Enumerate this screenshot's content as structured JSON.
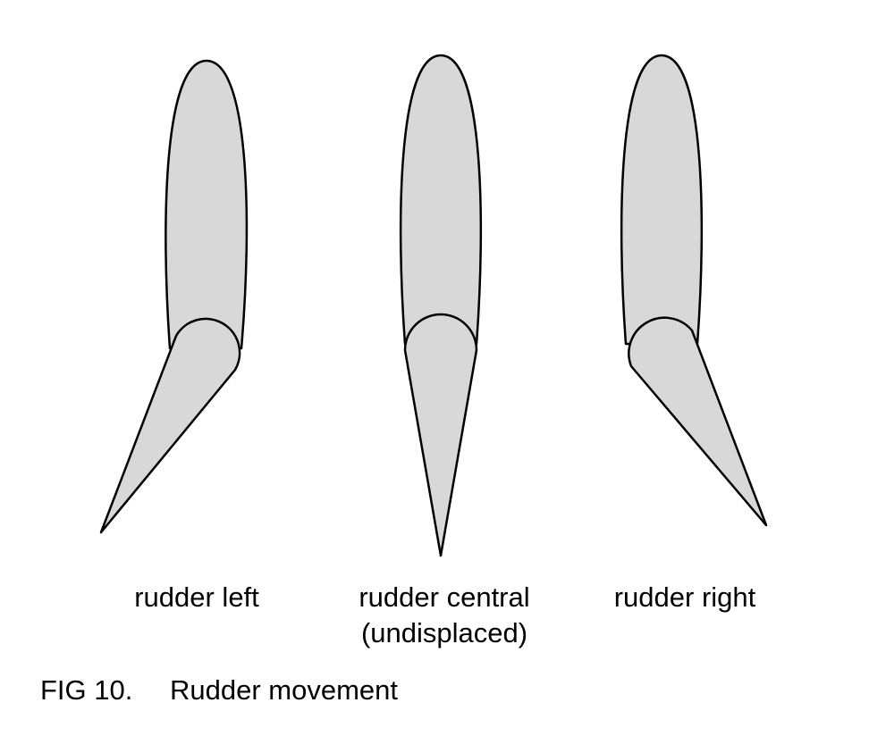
{
  "figure": {
    "number": "FIG 10.",
    "title": "Rudder movement"
  },
  "labels": {
    "left": "rudder left",
    "central": "rudder central",
    "central_note": "(undisplaced)",
    "right": "rudder right"
  },
  "colors": {
    "fill": "#d8d8d8",
    "stroke": "#000000"
  }
}
